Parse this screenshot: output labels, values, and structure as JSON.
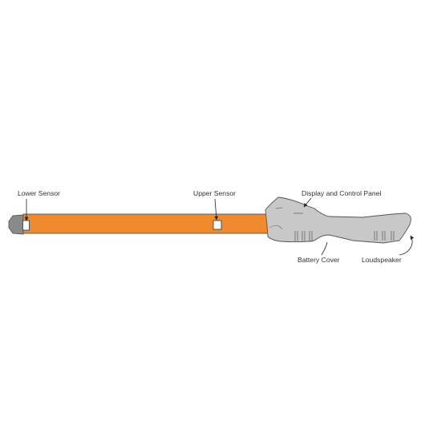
{
  "colors": {
    "pole": "#f08a2e",
    "housing": "#c8c8c8",
    "end_cap": "#8a8a8a",
    "outline": "#555555",
    "label_text": "#333333"
  },
  "labels": {
    "lower_sensor": "Lower Sensor",
    "upper_sensor": "Upper Sensor",
    "display_panel": "Display and Control Panel",
    "battery_cover": "Battery Cover",
    "loudspeaker": "Loudspeaker"
  }
}
